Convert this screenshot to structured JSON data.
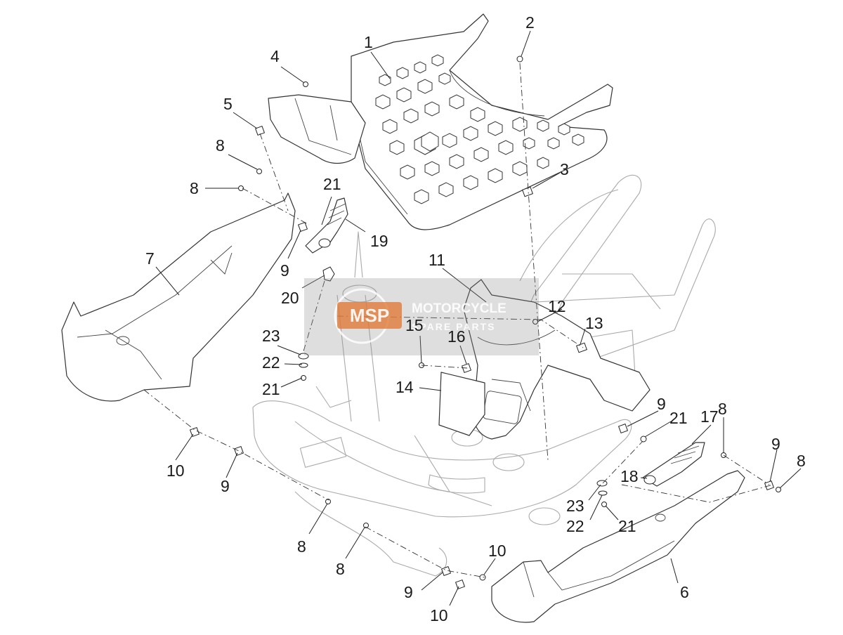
{
  "watermark": {
    "brand": "MSP",
    "line1": "MOTORCYCLE",
    "line2": "SPARE PARTS"
  },
  "callouts": {
    "c1": "1",
    "c2": "2",
    "c3": "3",
    "c4": "4",
    "c5": "5",
    "c6": "6",
    "c7": "7",
    "c8a": "8",
    "c8b": "8",
    "c8c": "8",
    "c8d": "8",
    "c8e": "8",
    "c8f": "8",
    "c9a": "9",
    "c9b": "9",
    "c9c": "9",
    "c9d": "9",
    "c9e": "9",
    "c10a": "10",
    "c10b": "10",
    "c10c": "10",
    "c11": "11",
    "c12": "12",
    "c13": "13",
    "c14": "14",
    "c15": "15",
    "c16": "16",
    "c17": "17",
    "c18": "18",
    "c19": "19",
    "c20": "20",
    "c21a": "21",
    "c21b": "21",
    "c21c": "21",
    "c21d": "21",
    "c22a": "22",
    "c22b": "22",
    "c23a": "23",
    "c23b": "23"
  }
}
